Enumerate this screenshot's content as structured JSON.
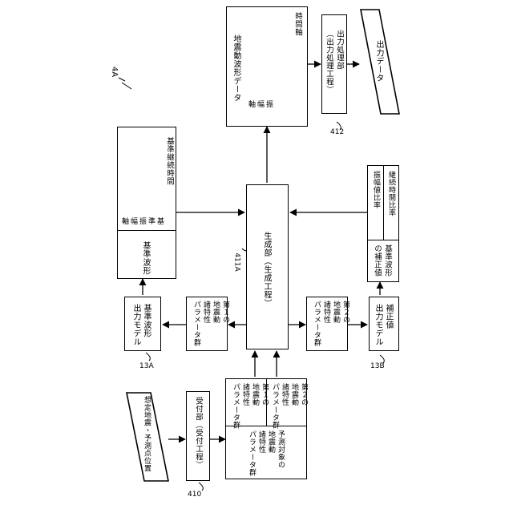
{
  "figure_label": "4A",
  "input_data": "想定地震・予測点位置",
  "reception_unit": {
    "label": "受付部（受付工程）",
    "ref": "410"
  },
  "prediction_characteristics": "予測対象の\n地震動\n諸特性\nパラメータ群",
  "first_param_group": "第１の\n地震動\n諸特性\nパラメータ群",
  "second_param_group": "第２の\n地震動\n諸特性\nパラメータ群",
  "reference_waveform_model": {
    "label": "基準波形\n出力モデル",
    "ref": "13A"
  },
  "correction_model": {
    "label": "補正値\n出力モデル",
    "ref": "13B"
  },
  "generation_unit": {
    "label": "生成部（生成工程）",
    "ref": "411A"
  },
  "reference_waveform": {
    "title": "基準波形",
    "amplitude_axis": "基\n準\n振\n幅\n軸",
    "duration_axis": "基準継続時間"
  },
  "correction_values": {
    "title": "基準波形\nの補正値",
    "amplitude_ratio": "振幅値比率",
    "duration_ratio": "継続時間比率"
  },
  "seismic_waveform_data": {
    "title": "地震動波形データ",
    "time_axis": "時間軸",
    "amplitude_axis": "振\n幅\n軸"
  },
  "output_processing_unit": {
    "label": "出力処理部\n（出力処理工程）",
    "ref": "412"
  },
  "output_data": "出力データ"
}
